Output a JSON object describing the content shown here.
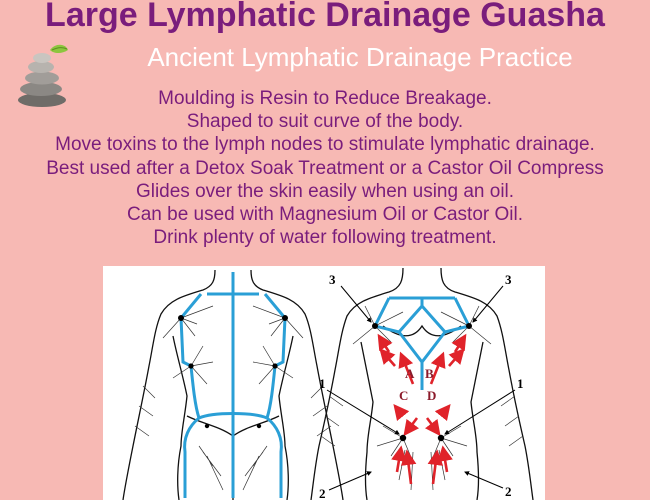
{
  "title": "Large Lymphatic Drainage Guasha",
  "subtitle": "Ancient Lymphatic Drainage Practice",
  "features": [
    "Moulding is Resin to Reduce Breakage.",
    "Shaped to suit curve of the body.",
    "Move toxins to the lymph nodes to stimulate lymphatic drainage.",
    "Best used after a Detox Soak Treatment or a Castor Oil Compress",
    "Glides over the skin easily when using an oil.",
    "Can be used with Magnesium Oil or Castor Oil.",
    "Drink plenty of water following treatment."
  ],
  "diagram": {
    "labels": {
      "n1_left": "1",
      "n1_right": "1",
      "n2_left": "2",
      "n2_right": "2",
      "n3_left": "3",
      "n3_right": "3",
      "a": "A",
      "b": "B",
      "c": "C",
      "d": "D"
    }
  },
  "colors": {
    "background": "#f7b9b4",
    "title": "#7a1d7c",
    "vessel": "#2a9fd6",
    "arrow": "#e0232a"
  },
  "icons": {
    "stones": "stacked-stones-icon"
  }
}
